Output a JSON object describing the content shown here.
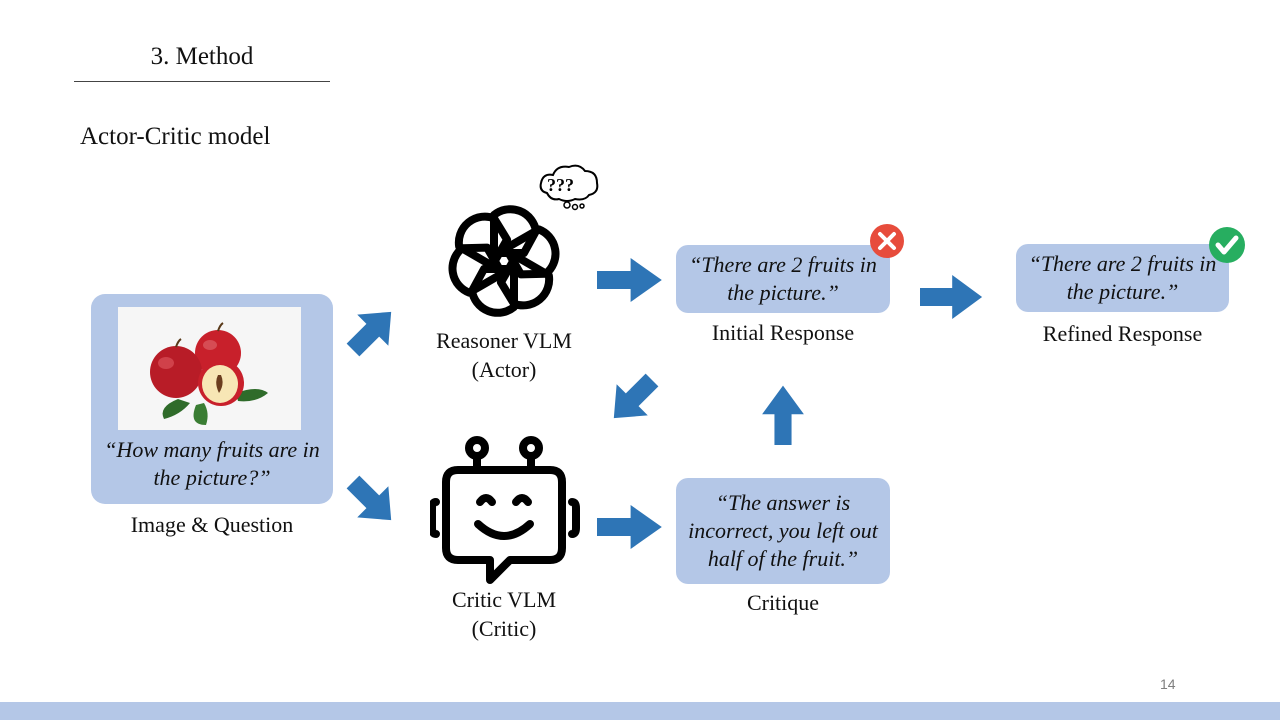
{
  "slide": {
    "section_title": "3. Method",
    "subtitle": "Actor-Critic model",
    "page_number": "14"
  },
  "input": {
    "question": "“How many fruits are in the picture?”",
    "label": "Image & Question",
    "image_icon": "apples-photo"
  },
  "actor": {
    "label_line1": "Reasoner VLM",
    "label_line2": "(Actor)",
    "icon": "openai-logo-icon",
    "thinking_icon": "question-marks-cloud-icon"
  },
  "critic": {
    "label_line1": "Critic VLM",
    "label_line2": "(Critic)",
    "icon": "robot-chat-icon"
  },
  "initial_response": {
    "text": "“There are 2 fruits in the picture.”",
    "label": "Initial Response",
    "status_icon": "red-x-icon"
  },
  "refined_response": {
    "text": "“There are 2 fruits in the picture.”",
    "label": "Refined Response",
    "status_icon": "green-check-icon"
  },
  "critique": {
    "text": "“The answer is incorrect, you left out half of the fruit.”",
    "label": "Critique"
  },
  "colors": {
    "bubble": "#b4c7e7",
    "arrow": "#2e75b6",
    "error": "#e74c3c",
    "success": "#27ae60"
  }
}
